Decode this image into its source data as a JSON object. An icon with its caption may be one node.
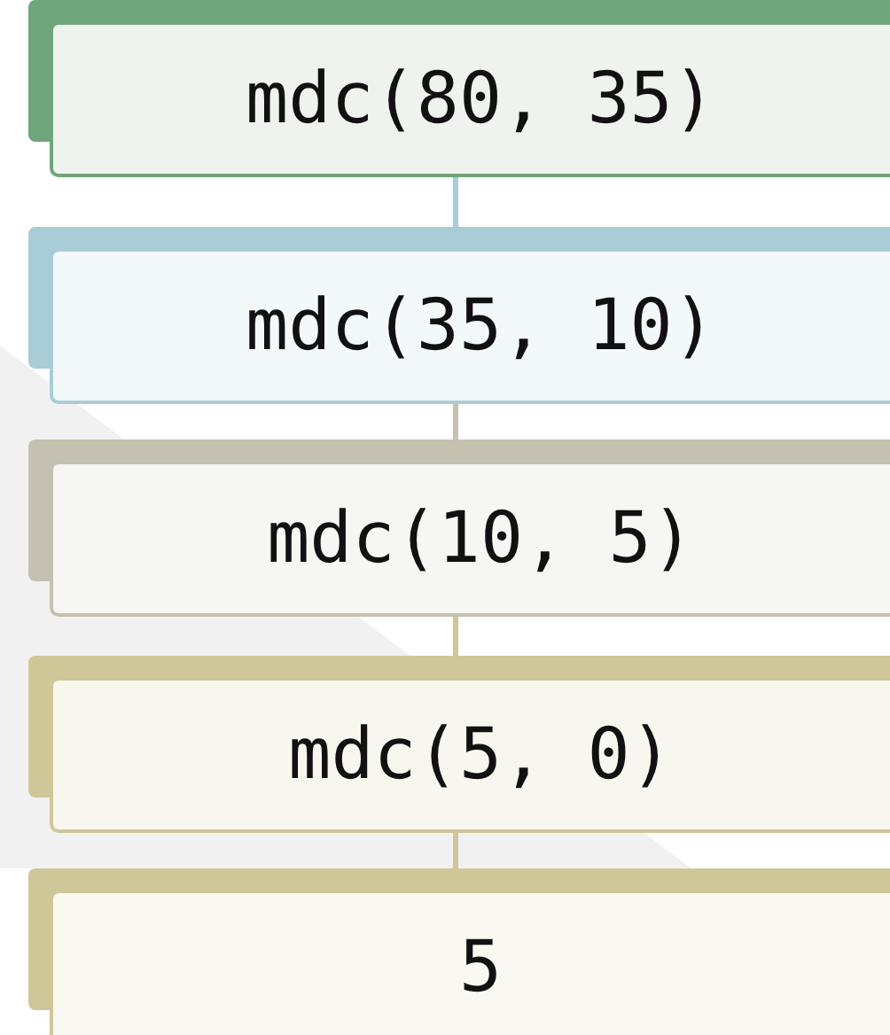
{
  "diagram": {
    "nodes": [
      {
        "text": [
          "mdc(80, 35)"
        ]
      },
      {
        "text": [
          "mdc(35, 10)"
        ]
      },
      {
        "text": [
          "mdc(10, 5)"
        ]
      },
      {
        "text": [
          "mdc(5, 0)"
        ]
      },
      {
        "text": [
          "5"
        ]
      }
    ],
    "edges": [
      {
        "from": 0,
        "to": 1,
        "arrow": "none"
      },
      {
        "from": 1,
        "to": 2,
        "arrow": "none"
      },
      {
        "from": 2,
        "to": 3,
        "arrow": "none"
      },
      {
        "from": 3,
        "to": 4,
        "arrow": "none"
      }
    ]
  }
}
